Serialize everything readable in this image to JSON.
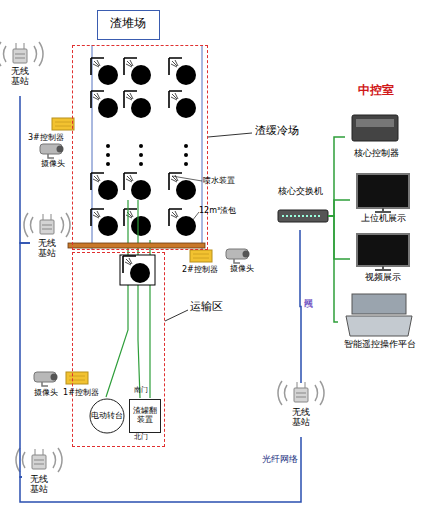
{
  "diagram": {
    "nodes": [
      {
        "text": [
          "渣堆场"
        ]
      },
      {
        "text": [
          "渣缓冷场"
        ]
      },
      {
        "text": [
          "运输区"
        ]
      },
      {
        "text": [
          "电动转台"
        ],
        "in": 2
      },
      {
        "text": [
          "渣罐翻装置"
        ],
        "in": 2
      },
      {
        "text": [
          "核心控制器"
        ]
      },
      {
        "text": [
          "上位机展示"
        ]
      },
      {
        "text": [
          "视频展示"
        ]
      },
      {
        "text": [
          "智能遥控操作平台"
        ]
      },
      {
        "text": [
          "核心交换机"
        ]
      },
      {
        "text": [
          "无线 基站"
        ]
      },
      {
        "text": [
          "无线 基站"
        ]
      },
      {
        "text": [
          "无线 基站"
        ]
      },
      {
        "text": [
          "无线 基站"
        ]
      },
      {
        "text": [
          "3#控制器"
        ]
      },
      {
        "text": [
          "摄像头"
        ]
      },
      {
        "text": [
          "2#控制器"
        ]
      },
      {
        "text": [
          "摄像头"
        ]
      },
      {
        "text": [
          "摄像头"
        ]
      },
      {
        "text": [
          "1#控制器"
        ]
      }
    ],
    "edges": [
      {
        "from": 10,
        "to": 11,
        "arrow": "none"
      },
      {
        "from": 11,
        "to": 12,
        "arrow": "none"
      },
      {
        "from": 12,
        "to": 13,
        "label": "光纤网络",
        "arrow": "none"
      },
      {
        "from": 13,
        "to": 9,
        "label": "网线",
        "arrow": "none"
      },
      {
        "from": 9,
        "to": 5,
        "arrow": "none"
      },
      {
        "from": 9,
        "to": 6,
        "arrow": "none"
      },
      {
        "from": 9,
        "to": 7,
        "arrow": "none"
      },
      {
        "from": 9,
        "to": 8,
        "arrow": "none"
      }
    ],
    "labels": [
      "中控室",
      "喷水装置",
      "12m³渣包",
      "南门",
      "北门"
    ]
  }
}
